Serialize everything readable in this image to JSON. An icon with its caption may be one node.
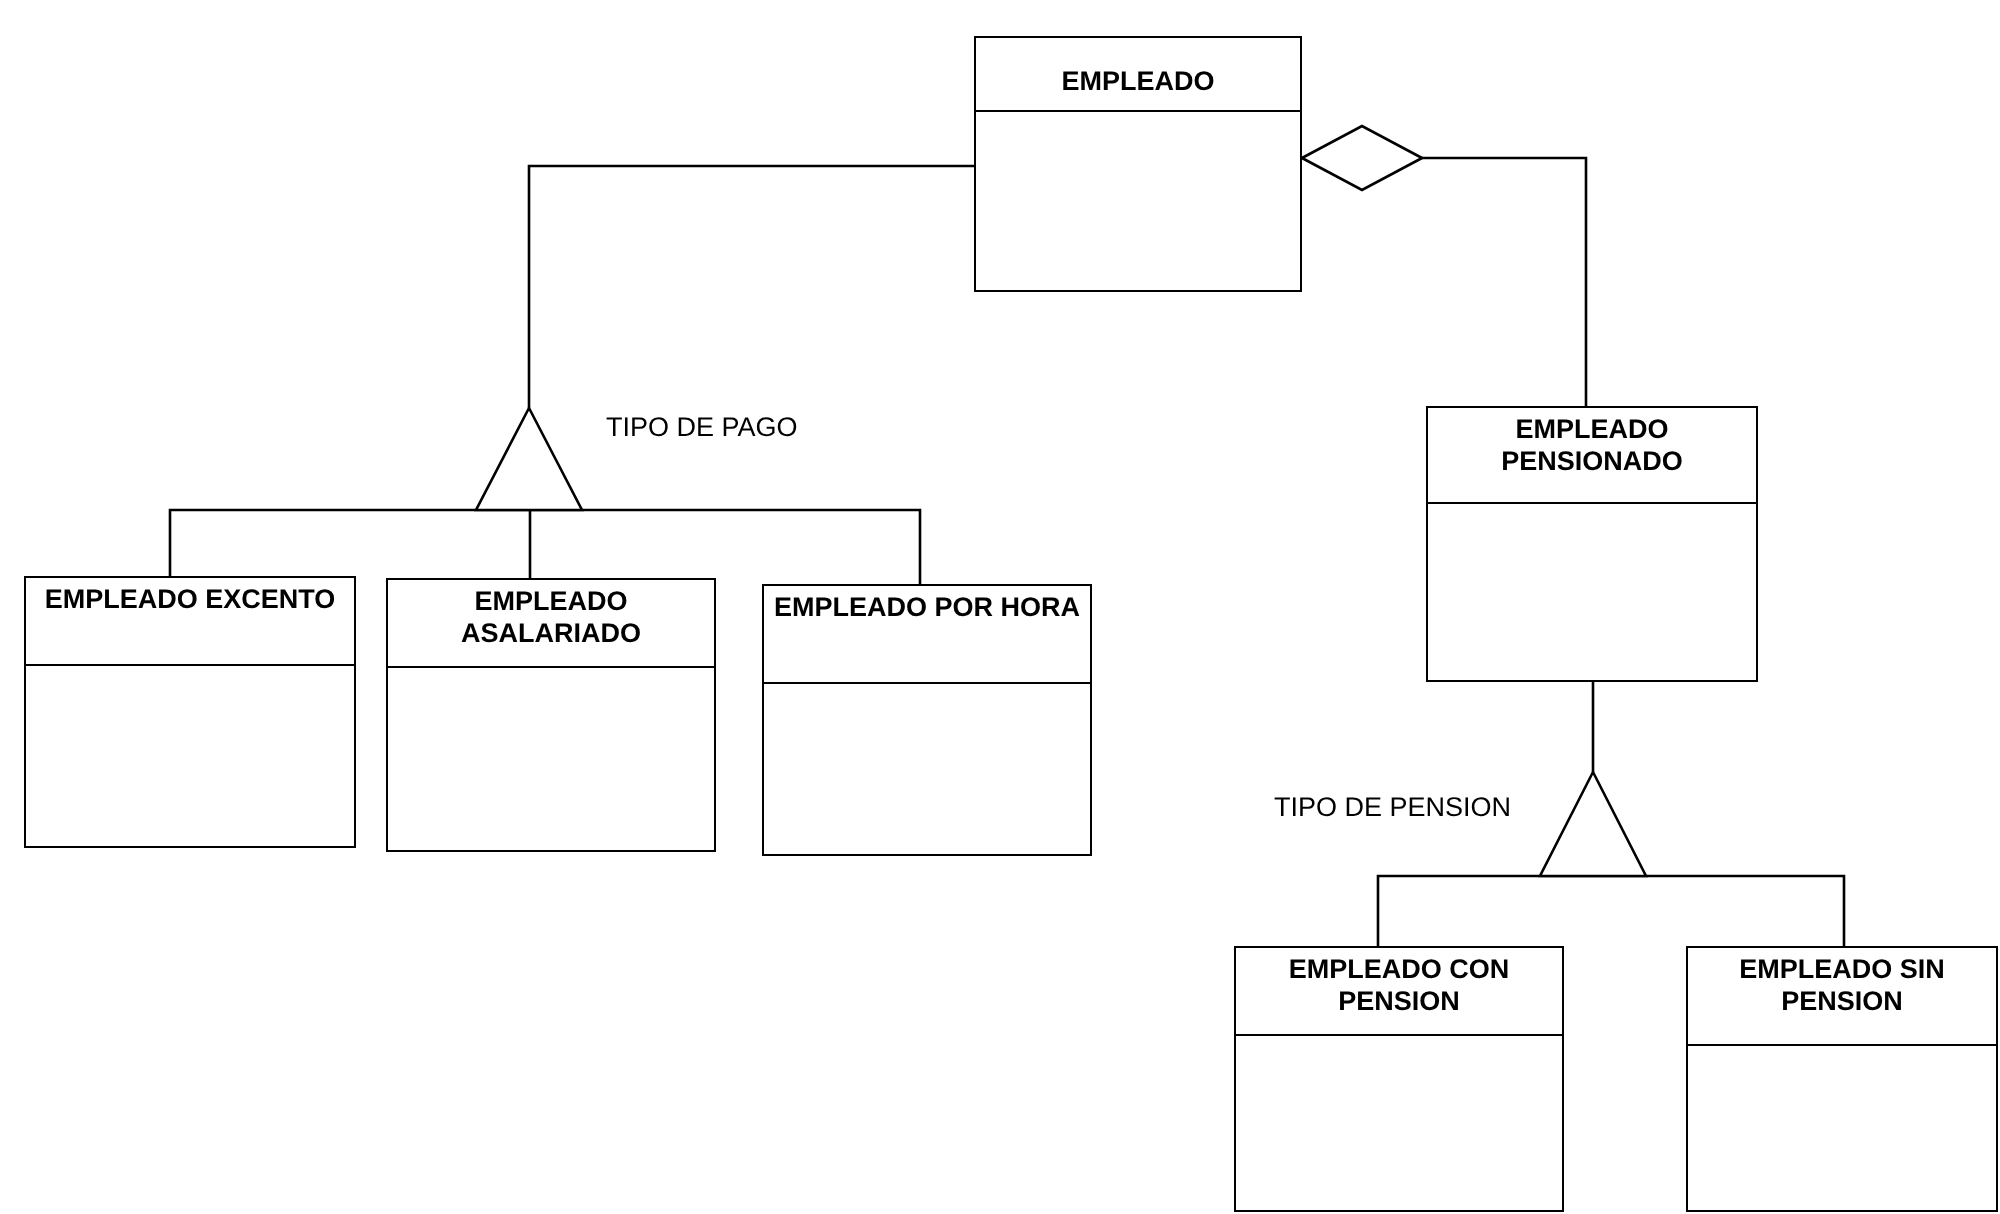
{
  "diagram": {
    "nodes": [
      {
        "text": [
          "EMPLEADO"
        ]
      },
      {
        "text": [],
        "shape": "triangle",
        "beside": [
          "TIPO DE PAGO"
        ]
      },
      {
        "text": [
          "EMPLEADO EXCENTO"
        ]
      },
      {
        "text": [
          "EMPLEADO ASALARIADO"
        ]
      },
      {
        "text": [
          "EMPLEADO POR HORA"
        ]
      },
      {
        "text": [
          "EMPLEADO PENSIONADO"
        ]
      },
      {
        "text": [],
        "shape": "triangle",
        "beside": [
          "TIPO DE PENSION"
        ]
      },
      {
        "text": [
          "EMPLEADO CON PENSION"
        ]
      },
      {
        "text": [
          "EMPLEADO SIN PENSION"
        ]
      }
    ],
    "edges": [
      {
        "from": 0,
        "to": 1,
        "arrow": "none"
      },
      {
        "from": 1,
        "to": 2,
        "arrow": "none"
      },
      {
        "from": 1,
        "to": 3,
        "arrow": "none"
      },
      {
        "from": 1,
        "to": 4,
        "arrow": "none"
      },
      {
        "from": 0,
        "to": 5,
        "arrow": "other"
      },
      {
        "from": 5,
        "to": 6,
        "arrow": "none"
      },
      {
        "from": 6,
        "to": 7,
        "arrow": "none"
      },
      {
        "from": 6,
        "to": 8,
        "arrow": "none"
      }
    ]
  }
}
